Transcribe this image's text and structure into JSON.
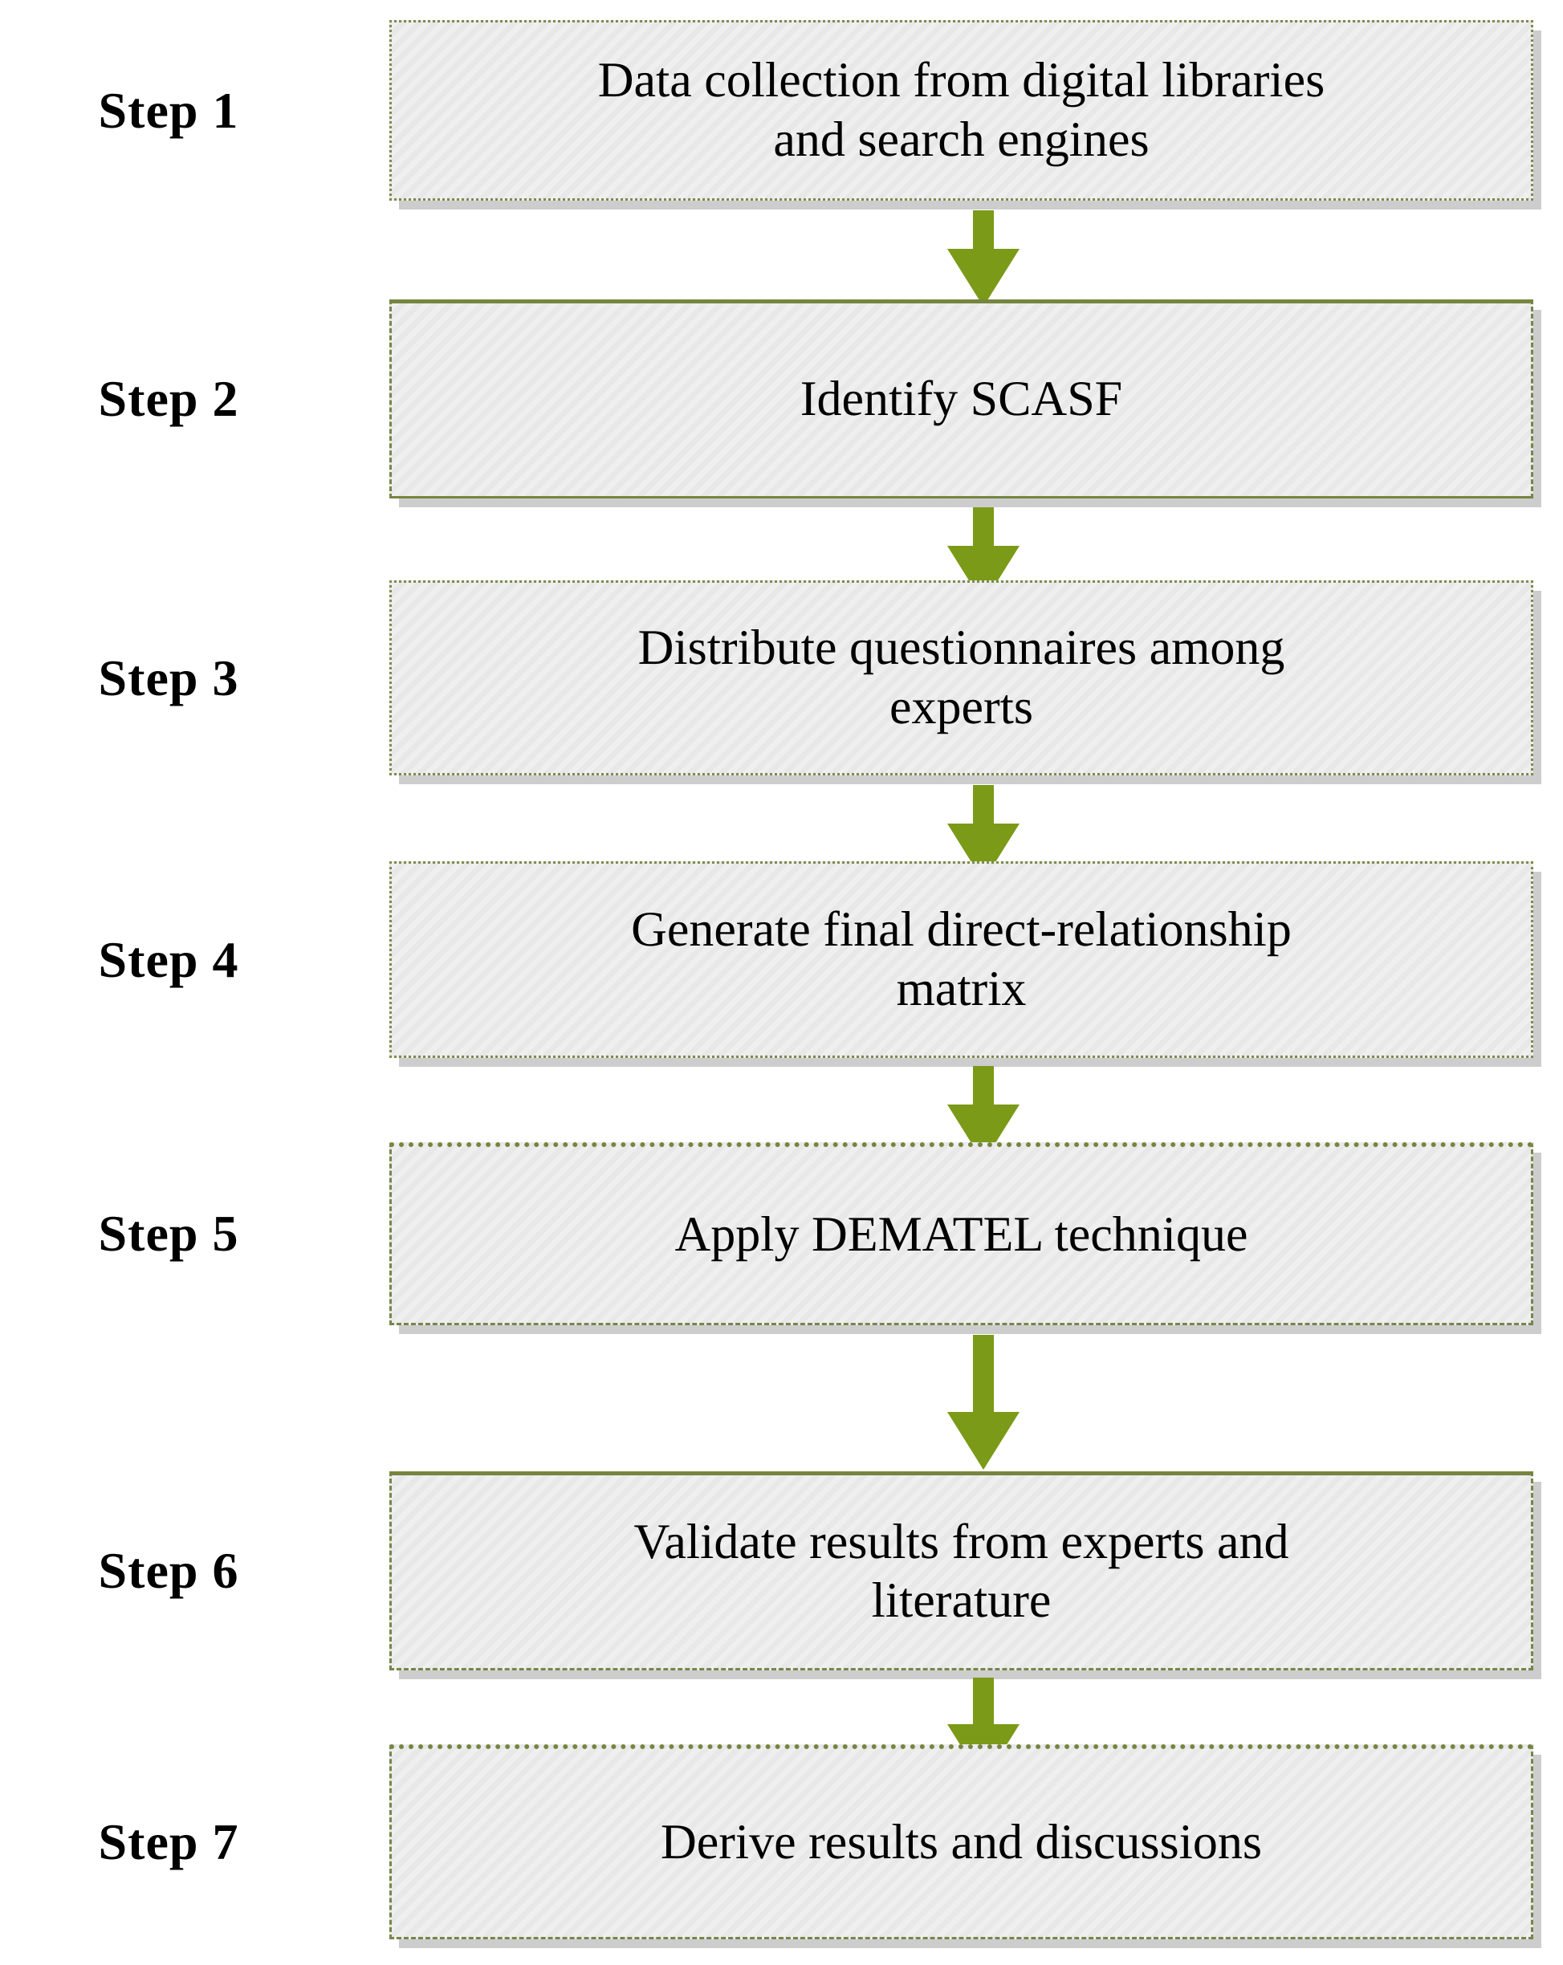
{
  "diagram": {
    "title": "Research methodology steps flowchart",
    "accent_color": "#7b9a17",
    "box_border_color": "#77854a",
    "box_fill_color": "#f0f0f0",
    "text_color": "#000000",
    "shadow_color": "#c4c4c4"
  },
  "steps": [
    {
      "label": "Step 1",
      "text": "Data collection from digital libraries\nand search engines"
    },
    {
      "label": "Step 2",
      "text": "Identify  SCASF"
    },
    {
      "label": "Step 3",
      "text": "Distribute questionnaires among\nexperts"
    },
    {
      "label": "Step 4",
      "text": "Generate final direct-relationship\nmatrix"
    },
    {
      "label": "Step 5",
      "text": "Apply DEMATEL technique"
    },
    {
      "label": "Step 6",
      "text": "Validate results from experts and\nliterature"
    },
    {
      "label": "Step 7",
      "text": "Derive results and discussions"
    }
  ],
  "connectors": [
    {
      "from": "Step 1",
      "to": "Step 2"
    },
    {
      "from": "Step 2",
      "to": "Step 3"
    },
    {
      "from": "Step 3",
      "to": "Step 4"
    },
    {
      "from": "Step 4",
      "to": "Step 5"
    },
    {
      "from": "Step 5",
      "to": "Step 6"
    },
    {
      "from": "Step 6",
      "to": "Step 7"
    }
  ]
}
